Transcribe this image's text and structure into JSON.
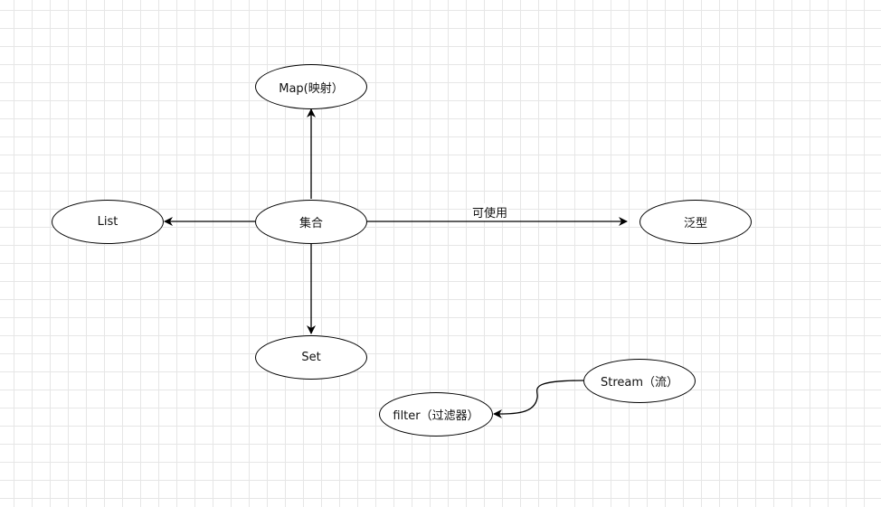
{
  "nodes": {
    "center": "集合",
    "map": "Map(映射）",
    "list": "List",
    "set": "Set",
    "generic": "泛型",
    "stream": "Stream（流）",
    "filter": "filter（过滤器）"
  },
  "edges": {
    "center_to_generic_label": "可使用"
  },
  "colors": {
    "stroke": "#000000",
    "grid": "#e6e6e6",
    "background": "#ffffff"
  }
}
